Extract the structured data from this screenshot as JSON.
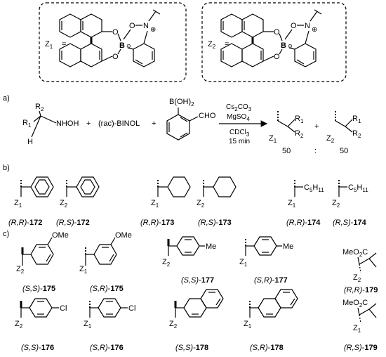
{
  "header": {
    "z1_label": "Z",
    "z1_sub": "1",
    "z2_label": "Z",
    "z2_sub": "2",
    "equals": "="
  },
  "atoms": {
    "O": "O",
    "N": "N",
    "B": "B",
    "plus": "⊕",
    "minus": "⊖"
  },
  "section_a": {
    "label": "a)",
    "r2": "R",
    "r2_sub": "2",
    "r1": "R",
    "r1_sub": "1",
    "nhoh": "NHOH",
    "h": "H",
    "plus": "+",
    "binol": "(rac)-BINOL",
    "boronic": "B(OH)",
    "boronic_sub": "2",
    "cho": "CHO",
    "cond1": "Cs",
    "cond1_sub1": "2",
    "cond1_mid": "CO",
    "cond1_sub2": "3",
    "cond2": "MgSO",
    "cond2_sub": "4",
    "cond3": "CDCl",
    "cond3_sub": "3",
    "cond4": "15 min",
    "ratio_left": "50",
    "ratio_colon": ":",
    "ratio_right": "50"
  },
  "section_b": {
    "label": "b)",
    "compounds": [
      {
        "prefix": "(R,R)",
        "num": "172",
        "z": "Z",
        "zsub": "1"
      },
      {
        "prefix": "(R,S)",
        "num": "172",
        "z": "Z",
        "zsub": "2"
      },
      {
        "prefix": "(R,R)",
        "num": "173",
        "z": "Z",
        "zsub": "1"
      },
      {
        "prefix": "(R,S)",
        "num": "173",
        "z": "Z",
        "zsub": "2"
      },
      {
        "prefix": "(R,R)",
        "num": "174",
        "z": "Z",
        "zsub": "1"
      },
      {
        "prefix": "(R,S)",
        "num": "174",
        "z": "Z",
        "zsub": "2"
      }
    ],
    "c5h11_a": "C",
    "c5h11_b": "5",
    "c5h11_c": "H",
    "c5h11_d": "11"
  },
  "section_c": {
    "label": "c)",
    "ome": "OMe",
    "me": "Me",
    "cl": "Cl",
    "meo2c": "MeO",
    "meo2c_sub": "2",
    "meo2c_c": "C",
    "compounds": [
      {
        "prefix": "(S,S)",
        "num": "175",
        "z": "Z",
        "zsub": "2"
      },
      {
        "prefix": "(S,R)",
        "num": "175",
        "z": "Z",
        "zsub": "1"
      },
      {
        "prefix": "(S,S)",
        "num": "177",
        "z": "Z",
        "zsub": "2"
      },
      {
        "prefix": "(S,R)",
        "num": "177",
        "z": "Z",
        "zsub": "1"
      },
      {
        "prefix": "(R,R)",
        "num": "179",
        "z": "Z",
        "zsub": "2"
      },
      {
        "prefix": "(S,S)",
        "num": "176",
        "z": "Z",
        "zsub": "2"
      },
      {
        "prefix": "(S,R)",
        "num": "176",
        "z": "Z",
        "zsub": "1"
      },
      {
        "prefix": "(S,S)",
        "num": "178",
        "z": "Z",
        "zsub": "2"
      },
      {
        "prefix": "(S,R)",
        "num": "178",
        "z": "Z",
        "zsub": "1"
      },
      {
        "prefix": "(R,S)",
        "num": "179",
        "z": "Z",
        "zsub": "1"
      }
    ],
    "dash": "-"
  }
}
